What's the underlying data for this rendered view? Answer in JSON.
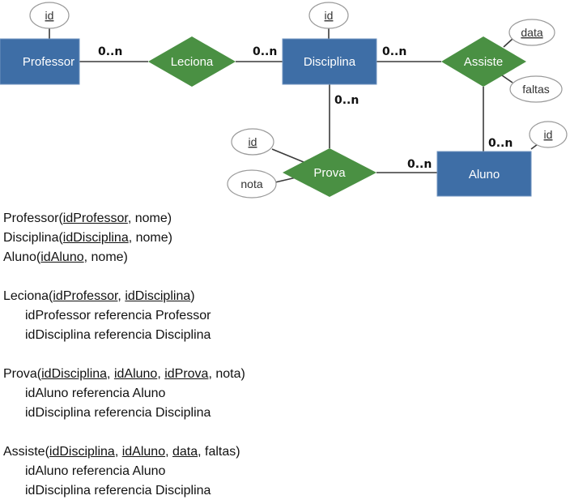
{
  "diagram": {
    "entities": {
      "professor": "Professor",
      "disciplina": "Disciplina",
      "aluno": "Aluno"
    },
    "relationships": {
      "leciona": "Leciona",
      "assiste": "Assiste",
      "prova": "Prova"
    },
    "attributes": {
      "professor_id": "id",
      "disciplina_id": "id",
      "aluno_id": "id",
      "prova_id": "id",
      "prova_nota": "nota",
      "assiste_data": "data",
      "assiste_faltas": "faltas"
    },
    "cardinalities": {
      "professor_leciona": "0..n",
      "leciona_disciplina": "0..n",
      "disciplina_assiste": "0..n",
      "disciplina_prova": "0..n",
      "assiste_aluno": "0..n",
      "prova_aluno": "0..n"
    }
  },
  "schema": {
    "tables": [
      {
        "id": "professor",
        "parts": [
          {
            "text": "Professor(",
            "u": false
          },
          {
            "text": "idProfessor",
            "u": true
          },
          {
            "text": ", nome)",
            "u": false
          }
        ],
        "refs": []
      },
      {
        "id": "disciplina",
        "parts": [
          {
            "text": "Disciplina(",
            "u": false
          },
          {
            "text": "idDisciplina",
            "u": true
          },
          {
            "text": ", nome)",
            "u": false
          }
        ],
        "refs": []
      },
      {
        "id": "aluno",
        "parts": [
          {
            "text": "Aluno(",
            "u": false
          },
          {
            "text": "idAluno",
            "u": true
          },
          {
            "text": ", nome)",
            "u": false
          }
        ],
        "refs": [],
        "gap_after": true
      },
      {
        "id": "leciona",
        "parts": [
          {
            "text": "Leciona(",
            "u": false
          },
          {
            "text": "idProfessor",
            "u": true
          },
          {
            "text": ", ",
            "u": false
          },
          {
            "text": "idDisciplina",
            "u": true
          },
          {
            "text": ")",
            "u": false
          }
        ],
        "refs": [
          "idProfessor referencia Professor",
          "idDisciplina referencia Disciplina"
        ],
        "gap_after": true
      },
      {
        "id": "prova",
        "parts": [
          {
            "text": "Prova(",
            "u": false
          },
          {
            "text": "idDisciplina",
            "u": true
          },
          {
            "text": ", ",
            "u": false
          },
          {
            "text": "idAluno",
            "u": true
          },
          {
            "text": ", ",
            "u": false
          },
          {
            "text": "idProva",
            "u": true
          },
          {
            "text": ", nota)",
            "u": false
          }
        ],
        "refs": [
          "idAluno referencia Aluno",
          "idDisciplina referencia Disciplina"
        ],
        "gap_after": true
      },
      {
        "id": "assiste",
        "parts": [
          {
            "text": "Assiste(",
            "u": false
          },
          {
            "text": "idDisciplina",
            "u": true
          },
          {
            "text": ", ",
            "u": false
          },
          {
            "text": "idAluno",
            "u": true
          },
          {
            "text": ", ",
            "u": false
          },
          {
            "text": "data",
            "u": true
          },
          {
            "text": ", faltas)",
            "u": false
          }
        ],
        "refs": [
          "idAluno referencia Aluno",
          "idDisciplina referencia Disciplina"
        ]
      }
    ]
  }
}
